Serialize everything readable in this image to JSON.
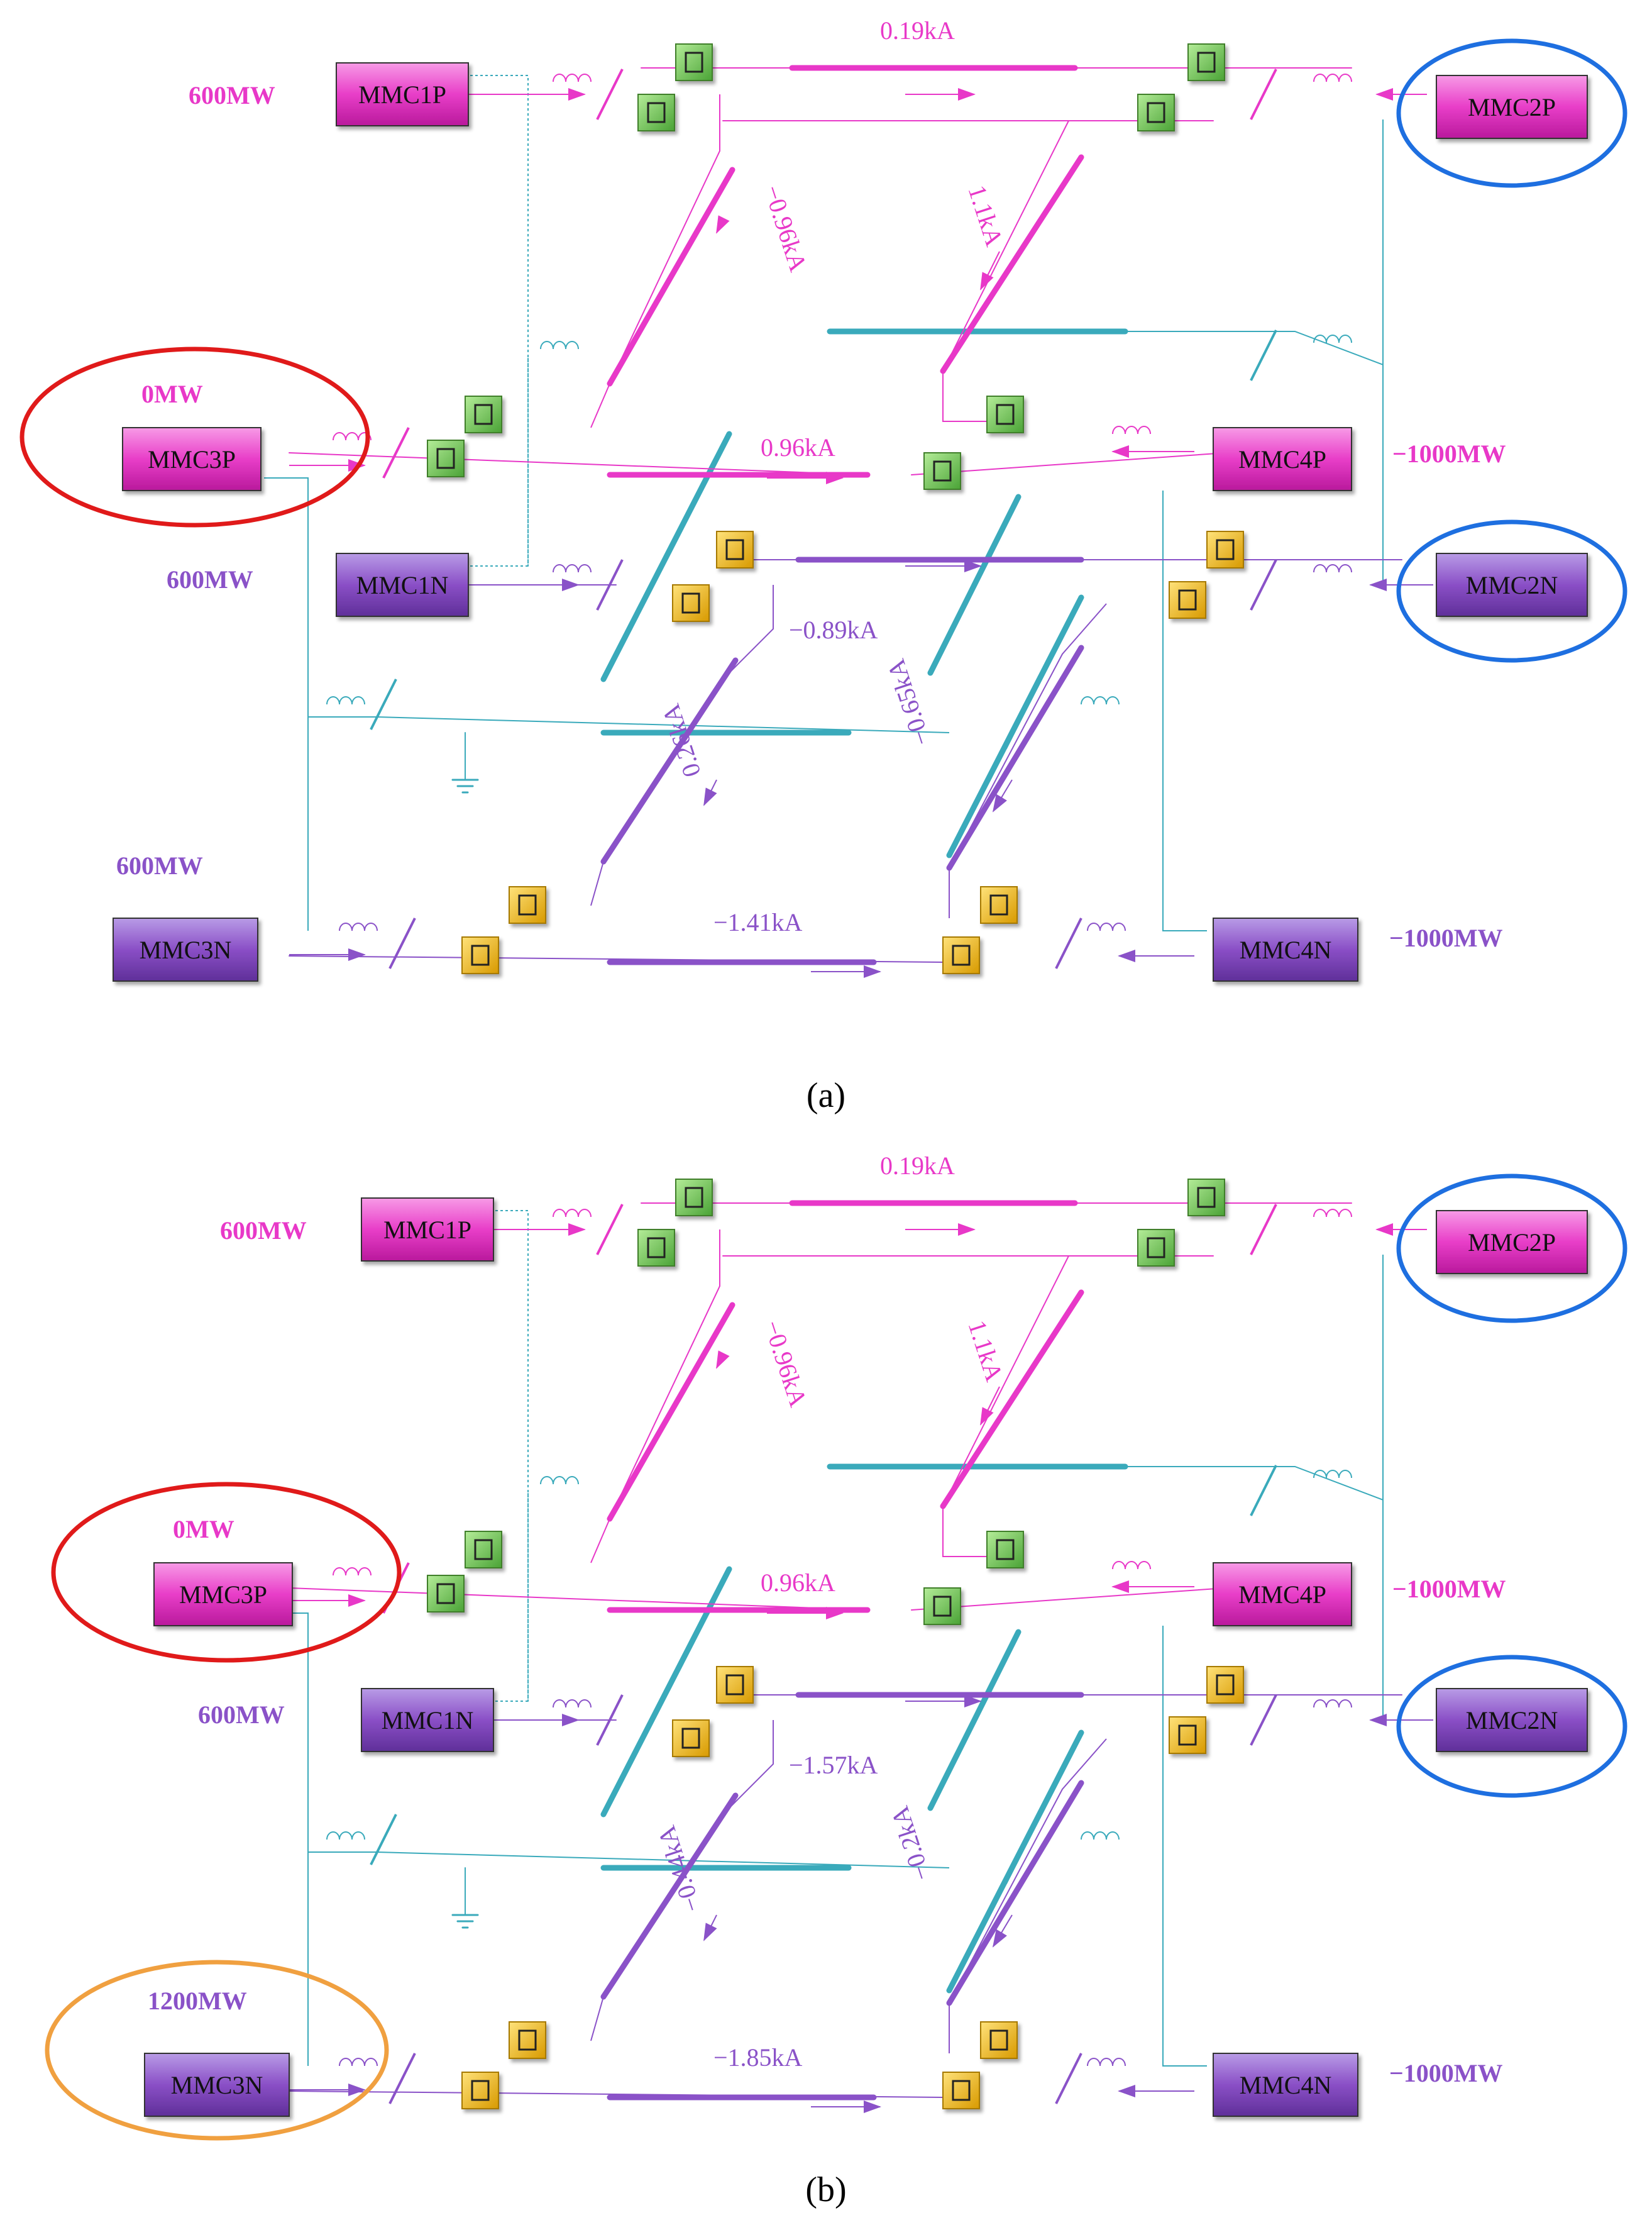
{
  "colors": {
    "pos": "#e838c8",
    "neg": "#8a52c8",
    "teal": "#3aaabb",
    "boxPos": "#e83ec8",
    "boxNeg": "#8a4fc6",
    "breakerGreen": "#74c55a",
    "breakerYellow": "#f0c21a",
    "circleRed": "#e01a1a",
    "circleBlue": "#1e6fe0",
    "circleOrange": "#f0a040"
  },
  "panel_a": {
    "caption": "(a)",
    "boxes": {
      "mmc1p": "MMC1P",
      "mmc2p": "MMC2P",
      "mmc3p": "MMC3P",
      "mmc4p": "MMC4P",
      "mmc1n": "MMC1N",
      "mmc2n": "MMC2N",
      "mmc3n": "MMC3N",
      "mmc4n": "MMC4N"
    },
    "power": {
      "mmc1p": "600MW",
      "mmc3p": "0MW",
      "mmc1n": "600MW",
      "mmc3n": "600MW",
      "mmc2": "−1000MW",
      "mmc4n": "−1000MW"
    },
    "currents": {
      "top": "0.19kA",
      "diag_pos_left": "−0.96kA",
      "diag_pos_right": "1.1kA",
      "mid_pos": "0.96kA",
      "mid_neg": "−0.89kA",
      "diag_neg_left": "0.26kA",
      "diag_neg_right": "−0.65kA",
      "bottom": "−1.41kA"
    }
  },
  "panel_b": {
    "caption": "(b)",
    "boxes": {
      "mmc1p": "MMC1P",
      "mmc2p": "MMC2P",
      "mmc3p": "MMC3P",
      "mmc4p": "MMC4P",
      "mmc1n": "MMC1N",
      "mmc2n": "MMC2N",
      "mmc3n": "MMC3N",
      "mmc4n": "MMC4N"
    },
    "power": {
      "mmc1p": "600MW",
      "mmc3p": "0MW",
      "mmc1n": "600MW",
      "mmc3n": "1200MW",
      "mmc2": "−1000MW",
      "mmc4n": "−1000MW"
    },
    "currents": {
      "top": "0.19kA",
      "diag_pos_left": "−0.96kA",
      "diag_pos_right": "1.1kA",
      "mid_pos": "0.96kA",
      "mid_neg": "−1.57kA",
      "diag_neg_left": "−0.44kA",
      "diag_neg_right": "−0.2kA",
      "bottom": "−1.85kA"
    }
  }
}
